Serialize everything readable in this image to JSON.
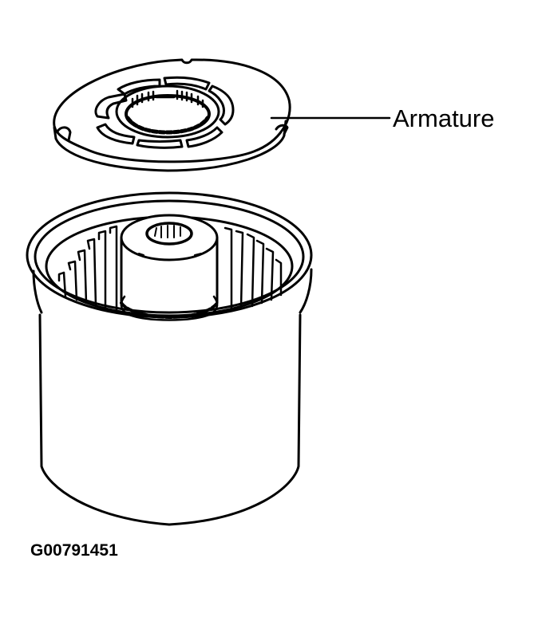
{
  "diagram": {
    "type": "technical-illustration",
    "subject": "electromagnetic clutch assembly (exploded)",
    "parts": [
      {
        "id": "armature",
        "label": "Armature",
        "description": "flat annular disc with notches, arc slots and inner splined bearing ring"
      },
      {
        "id": "housing",
        "label": "",
        "description": "cylindrical cup with internal splines and central splined hub"
      }
    ],
    "callouts": [
      {
        "target": "armature",
        "label": "Armature"
      }
    ],
    "figure_id": "G00791451",
    "colors": {
      "line": "#000000",
      "background": "#ffffff"
    }
  }
}
